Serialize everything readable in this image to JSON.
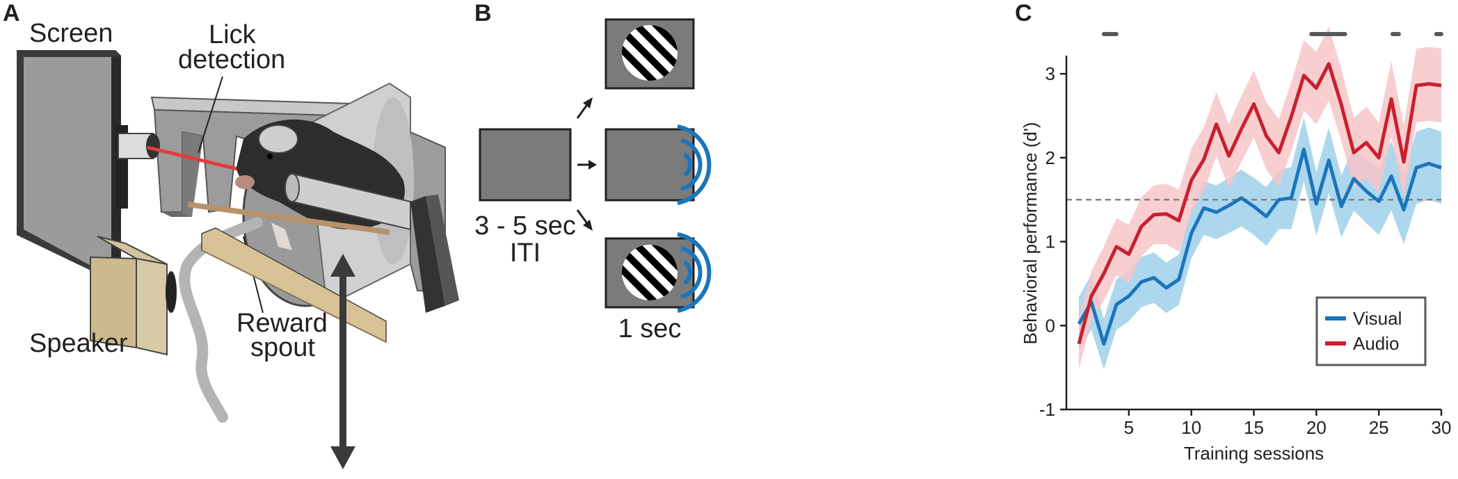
{
  "panel_a": {
    "letter": "A",
    "labels": {
      "screen": "Screen",
      "lick_line1": "Lick",
      "lick_line2": "detection",
      "speaker": "Speaker",
      "reward_line1": "Reward",
      "reward_line2": "spout"
    }
  },
  "panel_b": {
    "letter": "B",
    "iti_line1": "3 - 5 sec",
    "iti_line2": "ITI",
    "duration": "1 sec",
    "colors": {
      "screen_fill": "#7b7b7b",
      "sound_wave": "#1b75bb"
    }
  },
  "panel_c": {
    "letter": "C",
    "colors": {
      "visual": "#1b75bb",
      "audio": "#c8202f",
      "visual_band": "#9fd0ea",
      "audio_band": "#f7c5c8",
      "significance": "#58595b",
      "threshold": "#808285"
    }
  },
  "chart_data": {
    "type": "line",
    "xlabel": "Training sessions",
    "ylabel": "Behavioral performance (d')",
    "xlim": [
      0,
      30
    ],
    "ylim": [
      -1,
      3.2
    ],
    "xticks": [
      5,
      10,
      15,
      20,
      25,
      30
    ],
    "xtick_labels": [
      "5",
      "10",
      "15",
      "20",
      "25",
      "30"
    ],
    "yticks": [
      -1,
      0,
      1,
      2,
      3
    ],
    "ytick_labels": [
      "-1",
      "0",
      "1",
      "2",
      "3"
    ],
    "threshold": 1.5,
    "legend": {
      "placement": "bottom-right",
      "entries": [
        "Visual",
        "Audio"
      ]
    },
    "x": [
      1,
      2,
      3,
      4,
      5,
      6,
      7,
      8,
      9,
      10,
      11,
      12,
      13,
      14,
      15,
      16,
      17,
      18,
      19,
      20,
      21,
      22,
      23,
      24,
      25,
      26,
      27,
      28,
      29,
      30
    ],
    "series": [
      {
        "name": "Visual",
        "color": "#1b75bb",
        "values": [
          0.02,
          0.28,
          -0.22,
          0.25,
          0.35,
          0.52,
          0.57,
          0.45,
          0.55,
          1.1,
          1.4,
          1.35,
          1.43,
          1.52,
          1.42,
          1.3,
          1.5,
          1.52,
          2.1,
          1.45,
          1.97,
          1.42,
          1.75,
          1.6,
          1.48,
          1.78,
          1.38,
          1.88,
          1.93,
          1.88
        ],
        "lower": [
          -0.3,
          -0.05,
          -0.52,
          -0.05,
          0.05,
          0.22,
          0.27,
          0.15,
          0.25,
          0.8,
          1.08,
          1.03,
          1.1,
          1.18,
          1.08,
          0.95,
          1.15,
          1.15,
          1.72,
          1.07,
          1.58,
          1.05,
          1.37,
          1.22,
          1.08,
          1.37,
          0.97,
          1.45,
          1.5,
          1.45
        ],
        "upper": [
          0.34,
          0.61,
          0.08,
          0.55,
          0.65,
          0.82,
          0.87,
          0.75,
          0.85,
          1.4,
          1.72,
          1.67,
          1.76,
          1.86,
          1.76,
          1.65,
          1.85,
          1.89,
          2.48,
          1.83,
          2.36,
          1.79,
          2.13,
          1.98,
          1.88,
          2.19,
          1.79,
          2.31,
          2.36,
          2.31
        ]
      },
      {
        "name": "Audio",
        "color": "#c8202f",
        "values": [
          -0.22,
          0.35,
          0.62,
          0.94,
          0.85,
          1.18,
          1.32,
          1.33,
          1.25,
          1.73,
          1.98,
          2.4,
          2.02,
          2.34,
          2.64,
          2.26,
          2.06,
          2.49,
          2.98,
          2.83,
          3.12,
          2.63,
          2.06,
          2.18,
          2.0,
          2.7,
          1.95,
          2.86,
          2.88,
          2.86
        ],
        "lower": [
          -0.52,
          0.05,
          0.3,
          0.6,
          0.5,
          0.83,
          0.97,
          0.97,
          0.88,
          1.35,
          1.6,
          2.02,
          1.64,
          1.95,
          2.24,
          1.86,
          1.66,
          2.08,
          2.56,
          2.4,
          2.68,
          2.2,
          1.65,
          1.75,
          1.58,
          2.25,
          1.52,
          2.42,
          2.44,
          2.42
        ],
        "upper": [
          0.08,
          0.65,
          0.94,
          1.28,
          1.2,
          1.53,
          1.67,
          1.69,
          1.62,
          2.11,
          2.36,
          2.78,
          2.4,
          2.73,
          3.04,
          2.66,
          2.46,
          2.9,
          3.4,
          3.26,
          3.56,
          3.06,
          2.47,
          2.61,
          2.42,
          3.15,
          2.38,
          3.3,
          3.32,
          3.3
        ]
      }
    ],
    "significance_bars": [
      [
        3.0,
        4.0
      ],
      [
        19.6,
        22.3
      ],
      [
        26.1,
        26.6
      ],
      [
        29.6,
        30.0
      ]
    ]
  }
}
